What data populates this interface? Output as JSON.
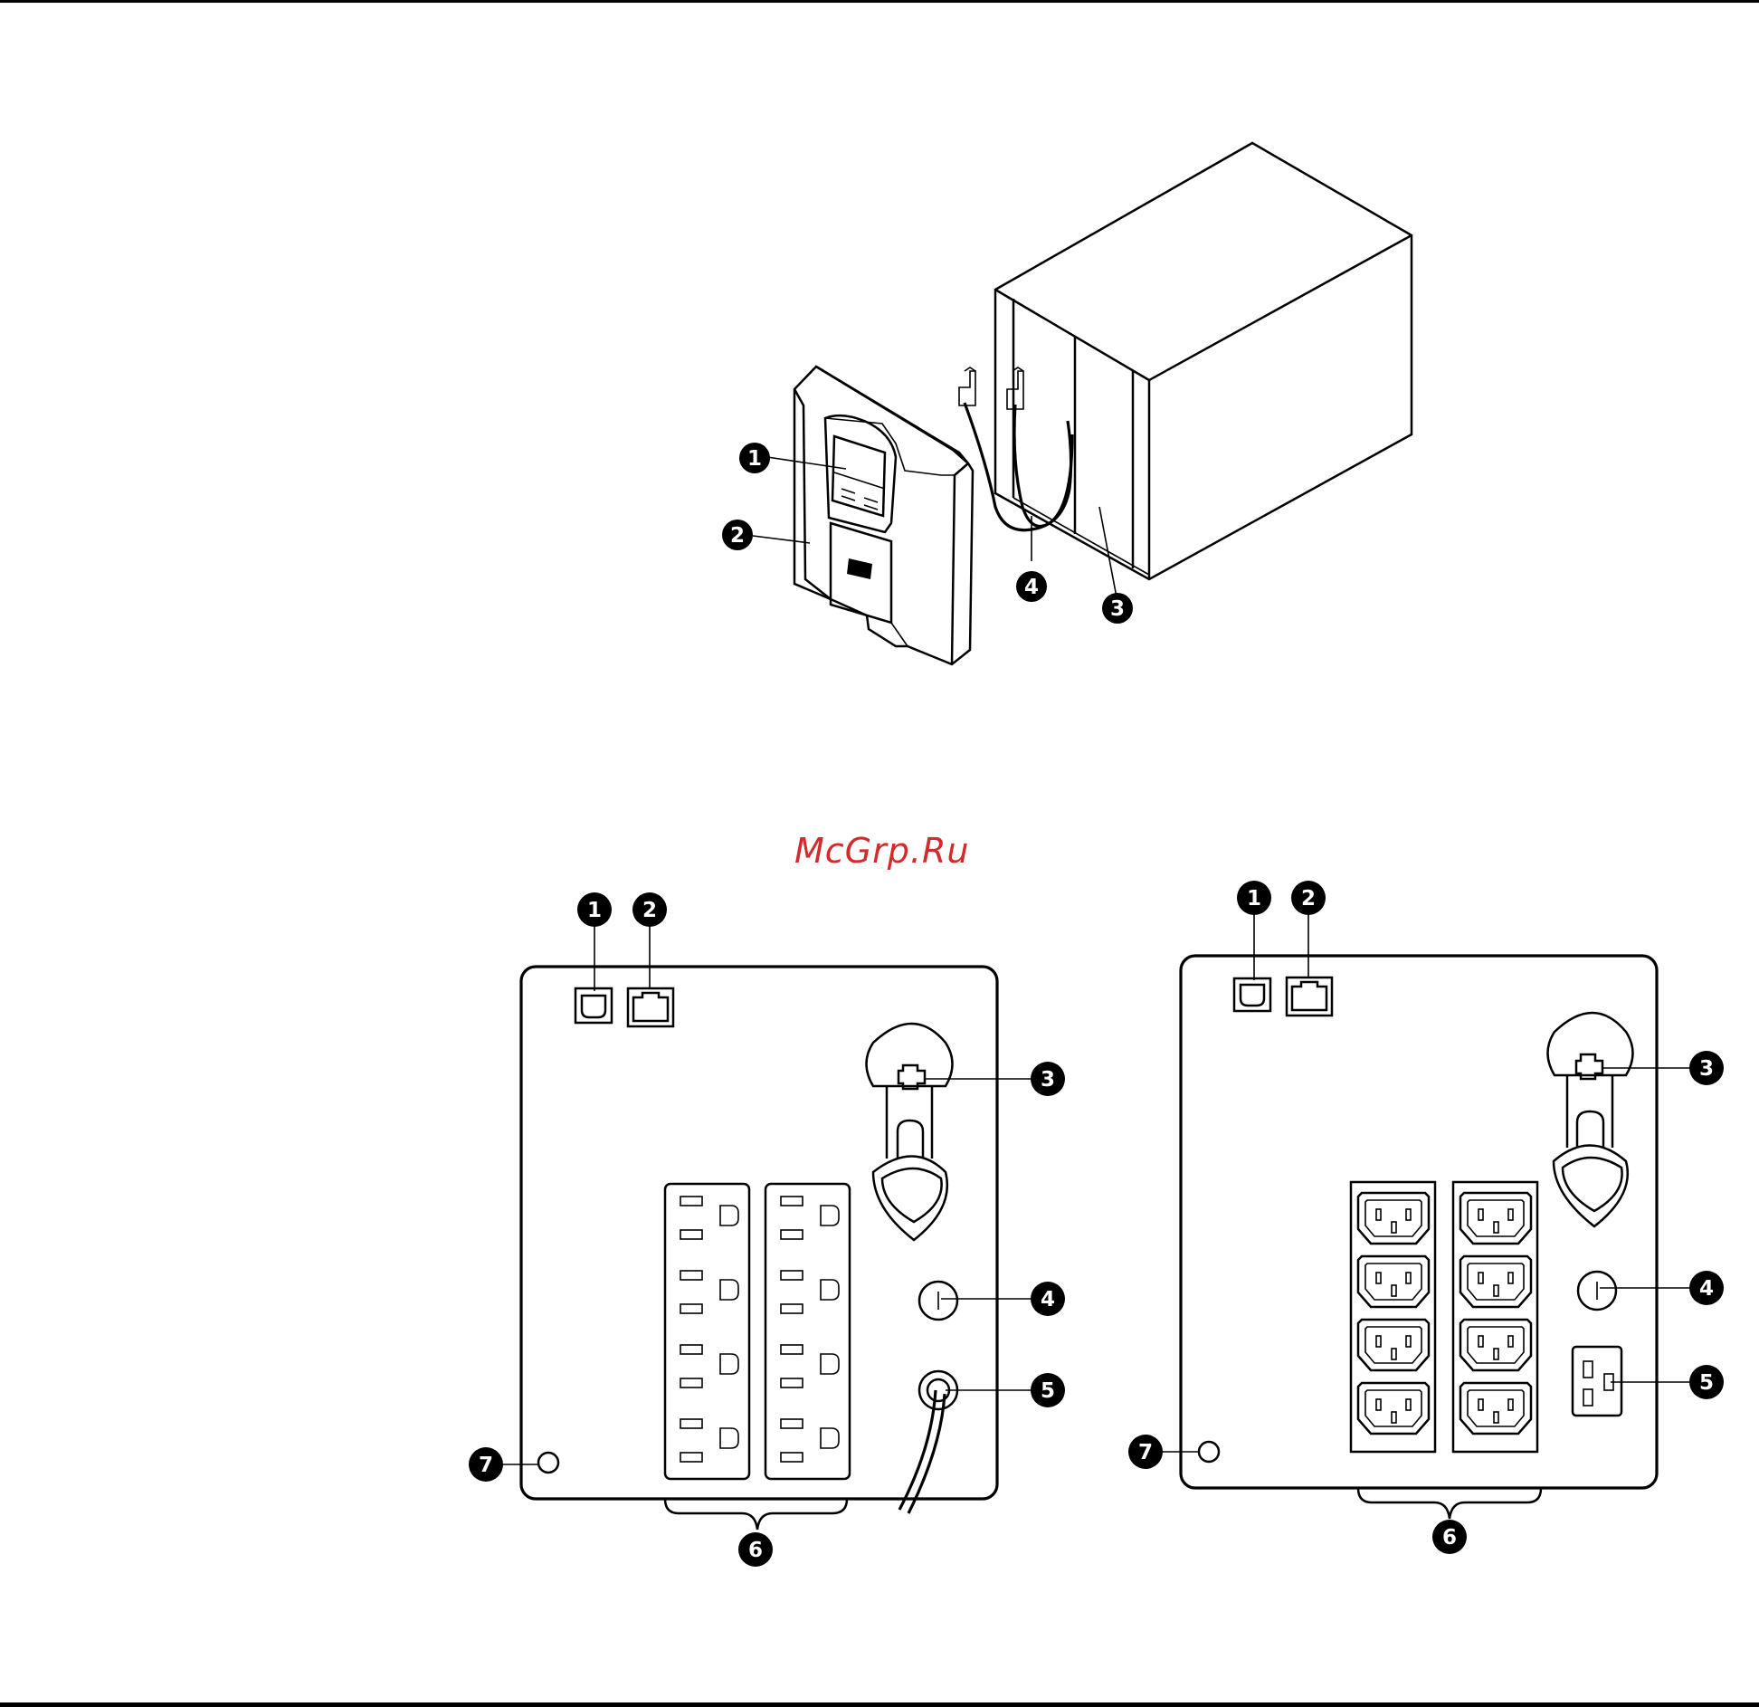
{
  "watermark": "McGrp.Ru",
  "figure_top": {
    "callouts": [
      "1",
      "2",
      "3",
      "4"
    ]
  },
  "figure_left": {
    "callouts": [
      "1",
      "2",
      "3",
      "4",
      "5",
      "6",
      "7"
    ]
  },
  "figure_right": {
    "callouts": [
      "1",
      "2",
      "3",
      "4",
      "5",
      "6",
      "7"
    ]
  }
}
